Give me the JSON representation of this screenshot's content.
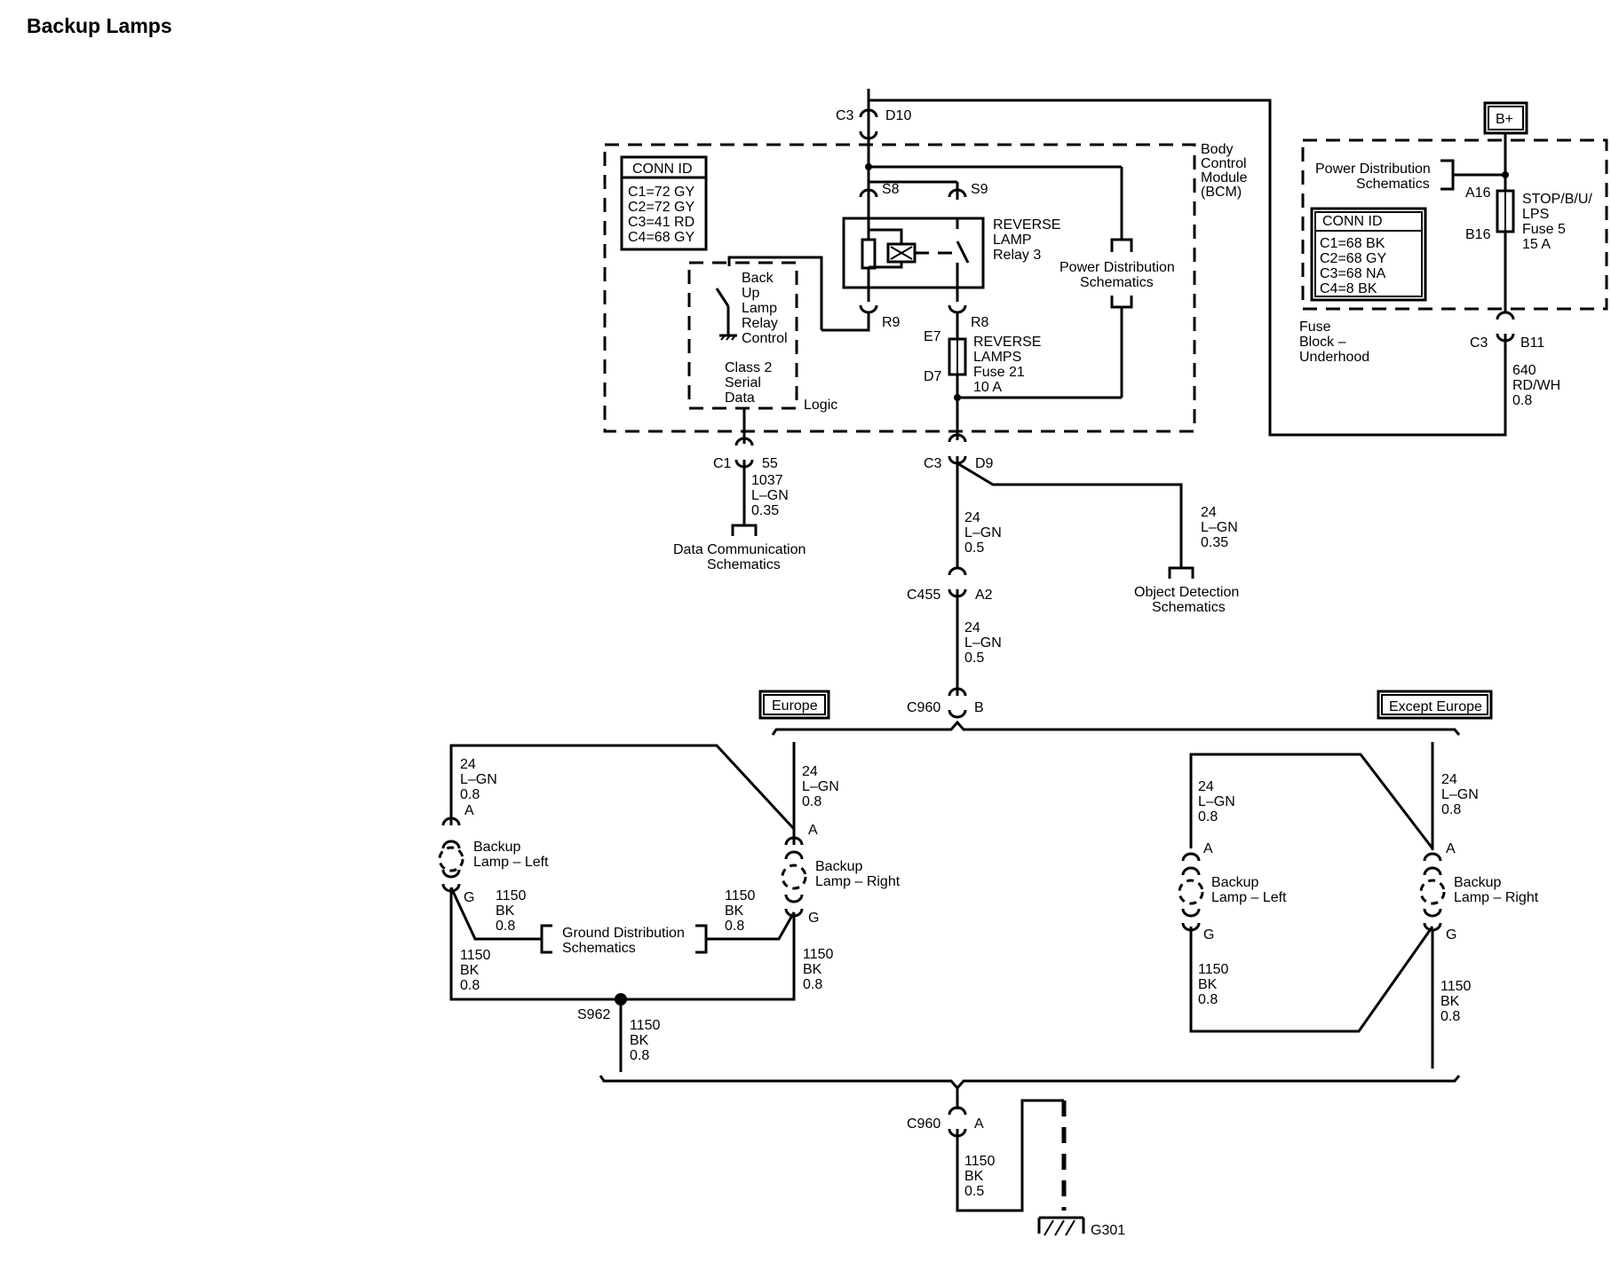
{
  "title": "Backup Lamps",
  "bcm": {
    "name_lines": [
      "Body",
      "Control",
      "Module",
      "(BCM)"
    ],
    "conn_header": "CONN ID",
    "conn_lines": [
      "C1=72 GY",
      "C2=72 GY",
      "C3=41 RD",
      "C4=68 GY"
    ],
    "relay_lines": [
      "REVERSE",
      "LAMP",
      "Relay 3"
    ],
    "control_lines": [
      "Back",
      "Up",
      "Lamp",
      "Relay",
      "Control"
    ],
    "serial_lines": [
      "Class 2",
      "Serial",
      "Data"
    ],
    "logic": "Logic",
    "fuse_lines": [
      "REVERSE",
      "LAMPS",
      "Fuse 21",
      "10 A"
    ],
    "pds_lines": [
      "Power Distribution",
      "Schematics"
    ]
  },
  "fuse_block": {
    "bplus": "B+",
    "name_lines": [
      "Fuse",
      "Block –",
      "Underhood"
    ],
    "pds_lines": [
      "Power Distribution",
      "Schematics"
    ],
    "conn_header": "CONN ID",
    "conn_lines": [
      "C1=68 BK",
      "C2=68 GY",
      "C3=68 NA",
      "C4=8 BK"
    ],
    "fuse_lines": [
      "STOP/B/U/",
      "LPS",
      "Fuse 5",
      "15 A"
    ]
  },
  "pins": {
    "c3": "C3",
    "d10": "D10",
    "s8": "S8",
    "s9": "S9",
    "r9": "R9",
    "r8": "R8",
    "e7": "E7",
    "d7": "D7",
    "d9": "D9",
    "c1": "C1",
    "p55": "55",
    "a16": "A16",
    "b16": "B16",
    "b11": "B11",
    "c455": "C455",
    "a2": "A2",
    "c960": "C960",
    "b": "B",
    "a": "A",
    "g": "G",
    "s962": "S962",
    "g301": "G301"
  },
  "wires": {
    "w1037": [
      "1037",
      "L–GN",
      "0.35"
    ],
    "w24_05": [
      "24",
      "L–GN",
      "0.5"
    ],
    "w24_035": [
      "24",
      "L–GN",
      "0.35"
    ],
    "w640": [
      "640",
      "RD/WH",
      "0.8"
    ],
    "w24_08": [
      "24",
      "L–GN",
      "0.8"
    ],
    "w1150_08": [
      "1150",
      "BK",
      "0.8"
    ],
    "w1150_05": [
      "1150",
      "BK",
      "0.5"
    ]
  },
  "refs": {
    "data_comm": [
      "Data Communication",
      "Schematics"
    ],
    "object_detect": [
      "Object Detection",
      "Schematics"
    ],
    "ground_dist": [
      "Ground Distribution",
      "Schematics"
    ]
  },
  "options": {
    "europe": "Europe",
    "except_europe": "Except Europe"
  },
  "lamps": {
    "left": [
      "Backup",
      "Lamp – Left"
    ],
    "right": [
      "Backup",
      "Lamp – Right"
    ]
  }
}
